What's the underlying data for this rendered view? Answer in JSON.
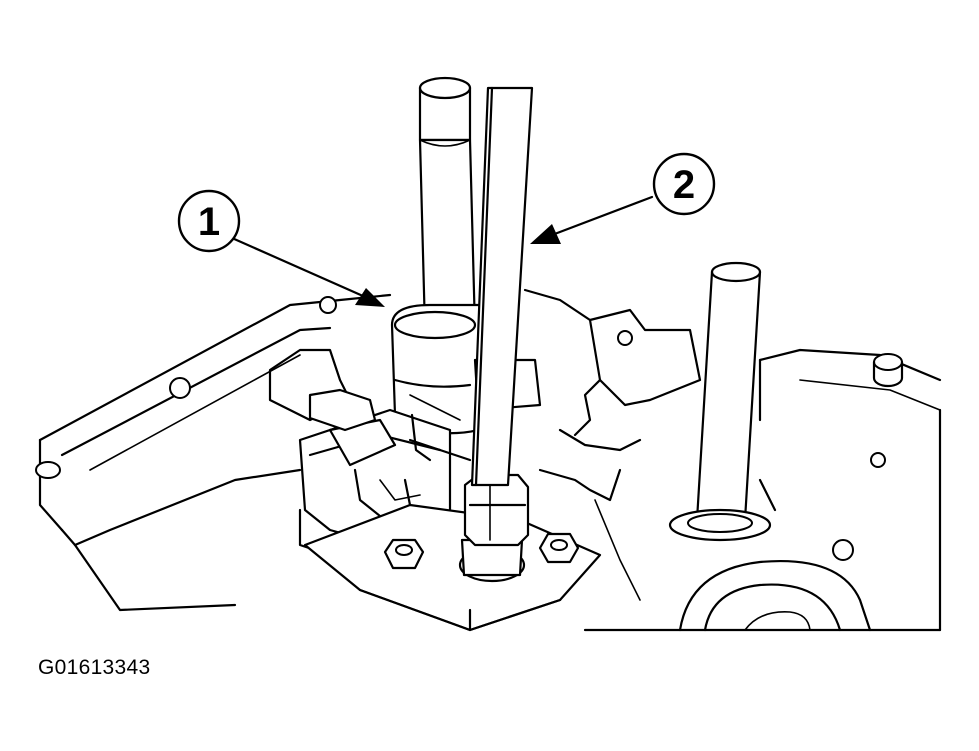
{
  "callouts": [
    {
      "label": "1"
    },
    {
      "label": "2"
    }
  ],
  "figure_id": "G01613343"
}
